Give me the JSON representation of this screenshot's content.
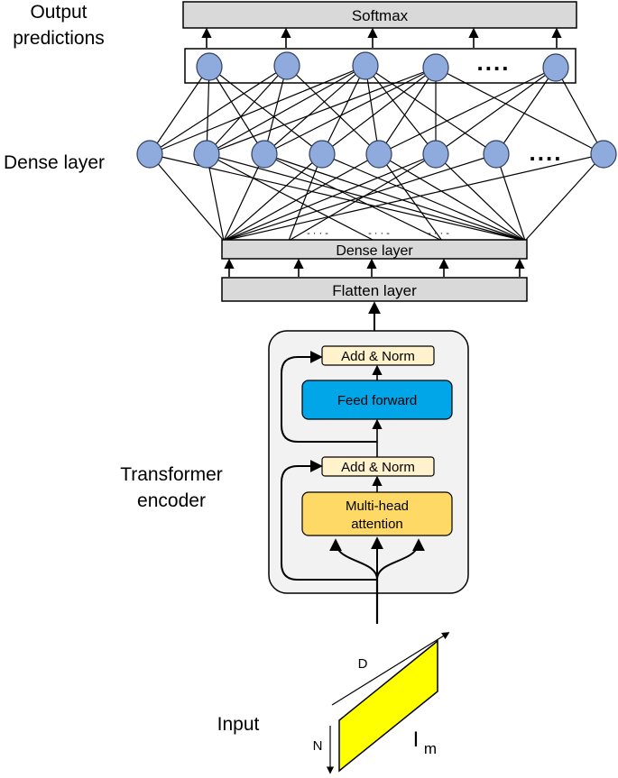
{
  "labels": {
    "output_line1": "Output",
    "output_line2": "predictions",
    "dense_layer_side": "Dense layer",
    "transformer_line1": "Transformer",
    "transformer_line2": "encoder",
    "input": "Input"
  },
  "blocks": {
    "softmax": "Softmax",
    "dense_layer_box": "Dense layer",
    "flatten_layer": "Flatten layer",
    "add_norm_top": "Add & Norm",
    "feed_forward": "Feed forward",
    "add_norm_bottom": "Add & Norm",
    "mha_line1": "Multi-head",
    "mha_line2": "attention"
  },
  "input_matrix": {
    "dim_d": "D",
    "dim_n": "N",
    "name_base": "I",
    "name_sub": "m"
  },
  "ellipsis": {
    "output_nodes": "....",
    "dense_nodes": "....",
    "dense_box_gaps": "- · · -"
  },
  "colors": {
    "node_fill": "#8FAADC",
    "node_stroke": "#2F3E5C",
    "gray_box": "#D9D9D9",
    "add_norm_fill": "#FFF2CC",
    "feed_forward_fill": "#00A6E8",
    "mha_fill": "#FFD966",
    "encoder_bg": "#F2F2F2",
    "input_fill": "#FFFF00"
  }
}
